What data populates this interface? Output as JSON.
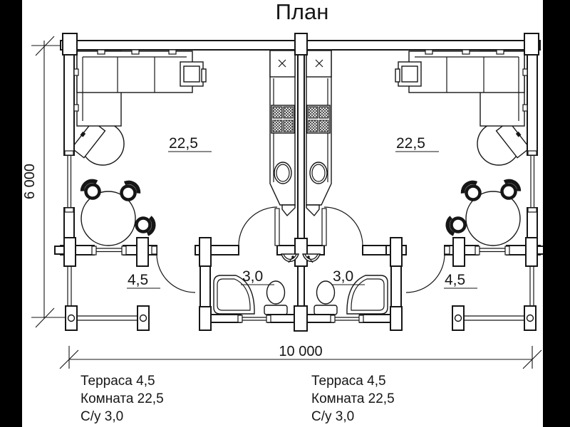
{
  "title": "План",
  "dimensions": {
    "width_label": "10 000",
    "height_label": "6 000"
  },
  "units": {
    "left": {
      "room_area": "22,5",
      "terrace_area": "4,5",
      "bath_area": "3,0"
    },
    "right": {
      "room_area": "22,5",
      "terrace_area": "4,5",
      "bath_area": "3,0"
    }
  },
  "legend": {
    "left": {
      "line1": "Терраса 4,5",
      "line2": "Комната 22,5",
      "line3": "С/у 3,0"
    },
    "right": {
      "line1": "Терраса 4,5",
      "line2": "Комната 22,5",
      "line3": "С/у 3,0"
    }
  },
  "colors": {
    "ink": "#161616",
    "paper": "#ffffff",
    "matte": "#000000"
  }
}
